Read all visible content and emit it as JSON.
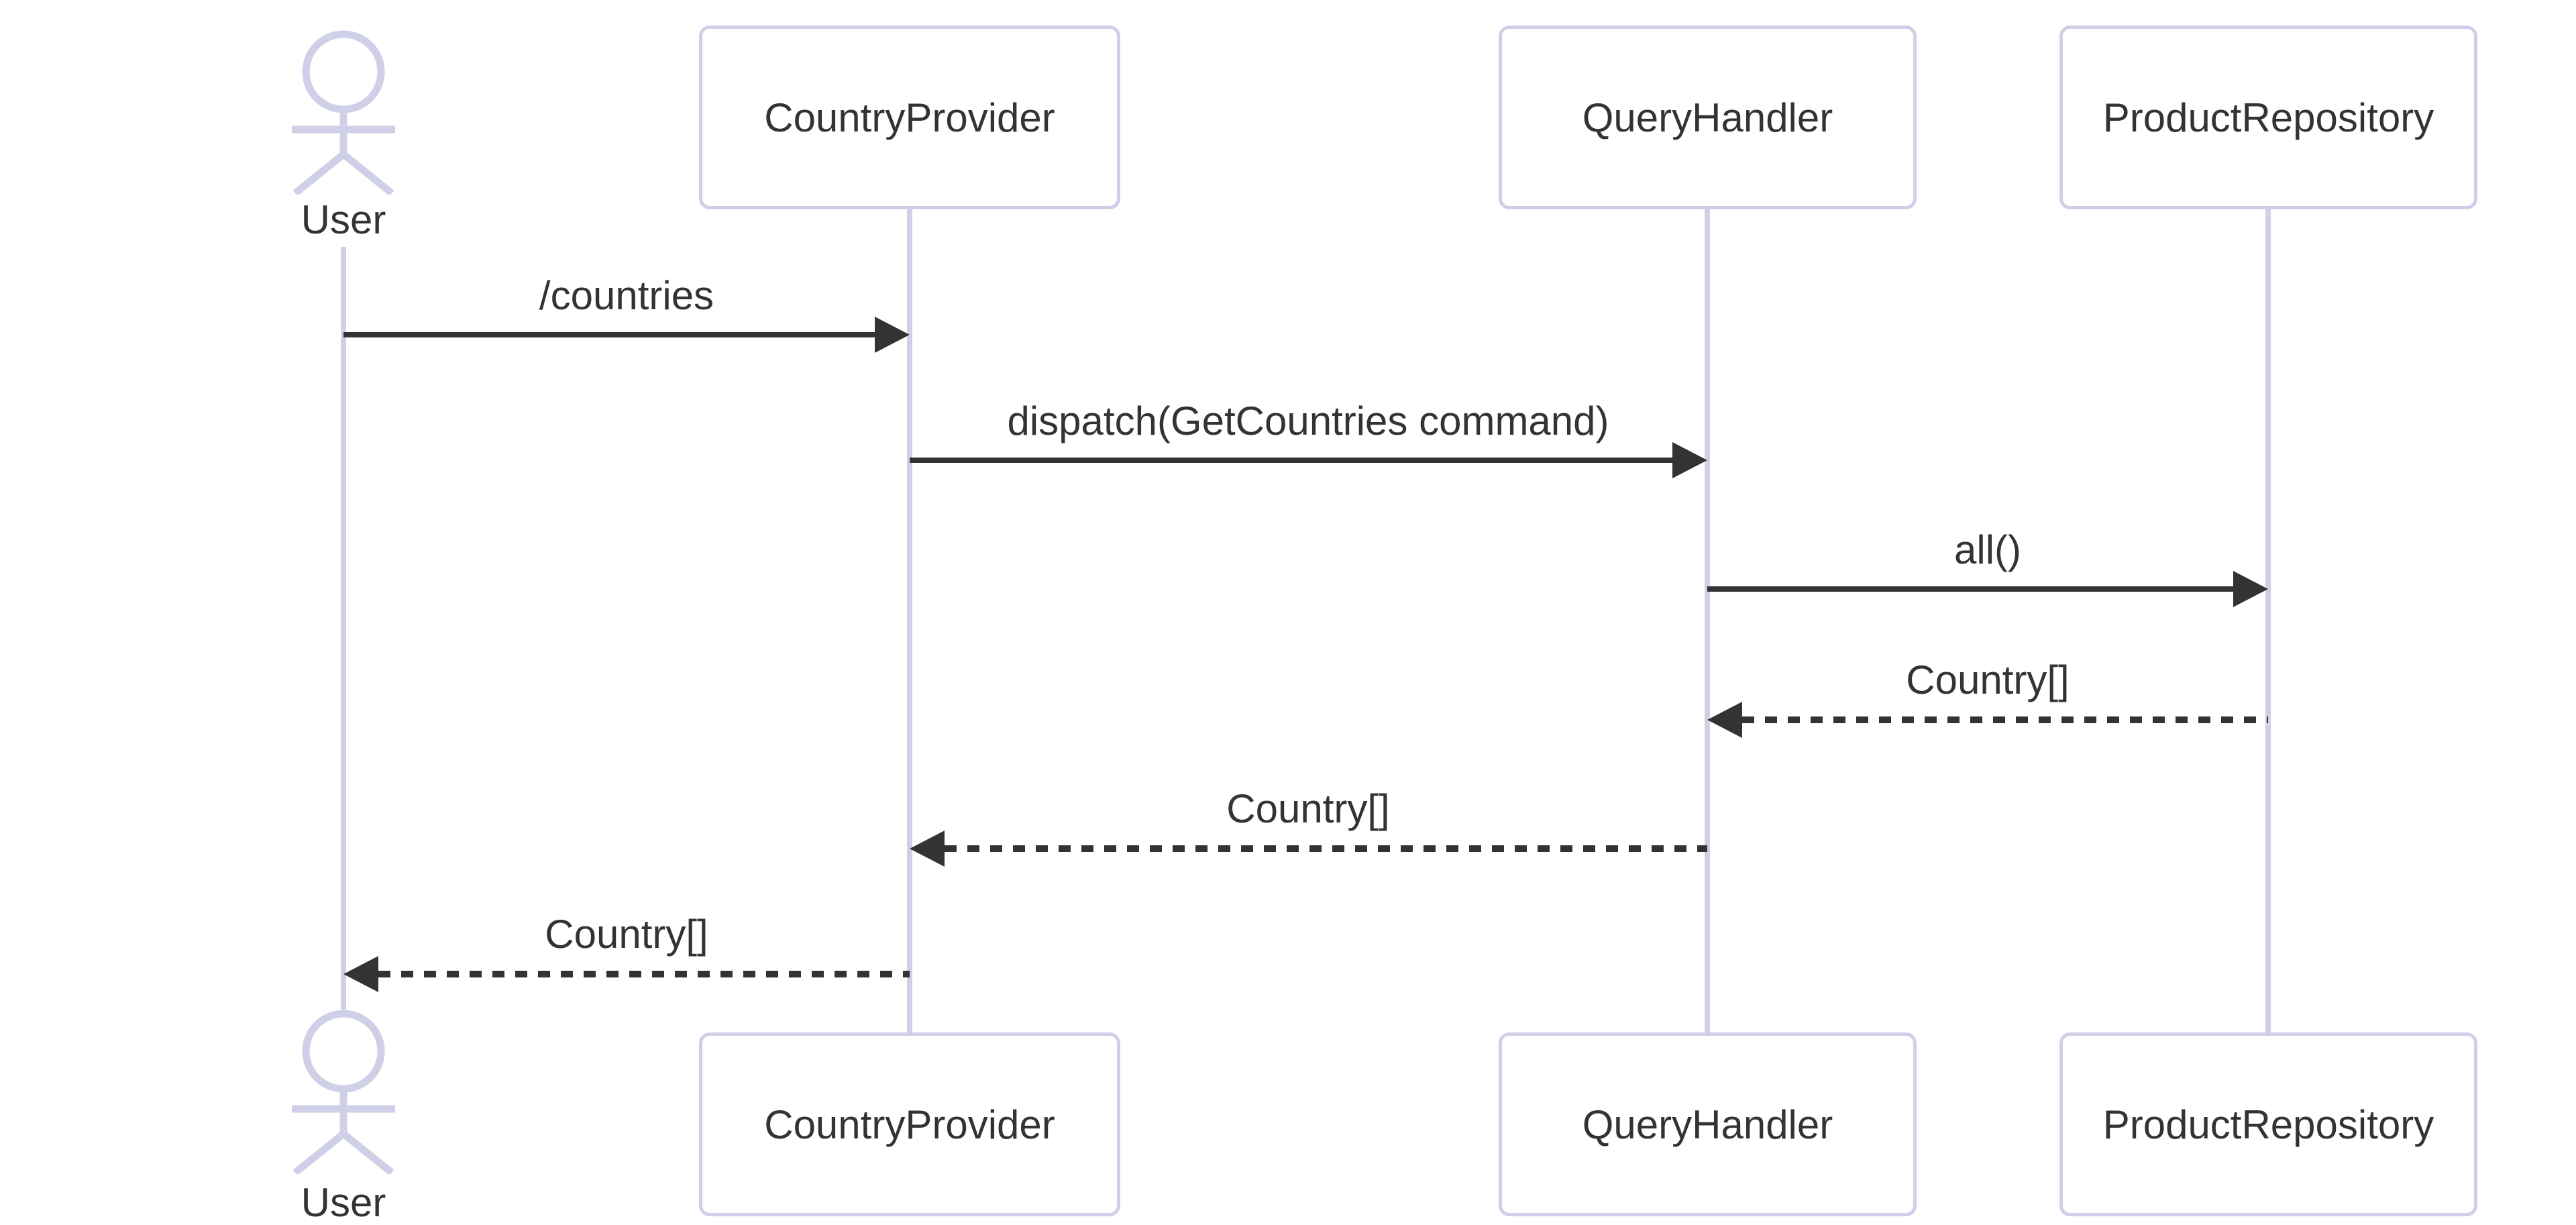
{
  "diagram_type": "sequence-diagram",
  "colors": {
    "lavender": "#cfcfe8",
    "text": "#333333",
    "arrow": "#333333",
    "background": "#ffffff"
  },
  "participants": [
    {
      "name": "User",
      "kind": "actor"
    },
    {
      "name": "CountryProvider",
      "kind": "participant"
    },
    {
      "name": "QueryHandler",
      "kind": "participant"
    },
    {
      "name": "ProductRepository",
      "kind": "participant"
    }
  ],
  "messages": [
    {
      "from": "User",
      "to": "CountryProvider",
      "label": "/countries",
      "line": "solid"
    },
    {
      "from": "CountryProvider",
      "to": "QueryHandler",
      "label": "dispatch(GetCountries command)",
      "line": "solid"
    },
    {
      "from": "QueryHandler",
      "to": "ProductRepository",
      "label": "all()",
      "line": "solid"
    },
    {
      "from": "ProductRepository",
      "to": "QueryHandler",
      "label": "Country[]",
      "line": "dashed"
    },
    {
      "from": "QueryHandler",
      "to": "CountryProvider",
      "label": "Country[]",
      "line": "dashed"
    },
    {
      "from": "CountryProvider",
      "to": "User",
      "label": "Country[]",
      "line": "dashed"
    }
  ]
}
